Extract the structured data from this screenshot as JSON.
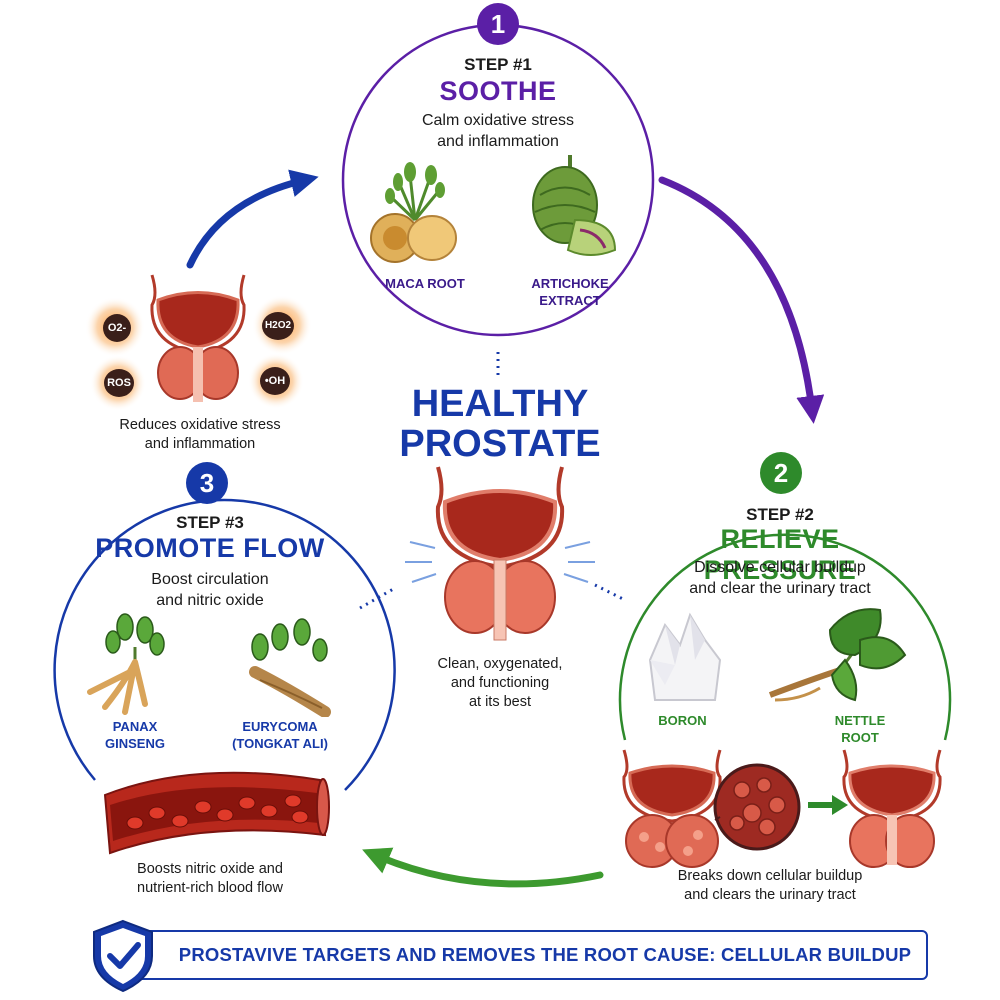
{
  "center": {
    "title_line1": "HEALTHY",
    "title_line2": "PROSTATE",
    "caption_line1": "Clean, oxygenated,",
    "caption_line2": "and functioning",
    "caption_line3": "at its best"
  },
  "steps": [
    {
      "number": "1",
      "label": "STEP #1",
      "title": "SOOTHE",
      "desc_line1": "Calm oxidative stress",
      "desc_line2": "and inflammation",
      "ingredients": [
        {
          "line1": "MACA ROOT",
          "line2": ""
        },
        {
          "line1": "ARTICHOKE",
          "line2": "EXTRACT"
        }
      ],
      "color": "#5b1fa6"
    },
    {
      "number": "2",
      "label": "STEP #2",
      "title": "RELIEVE PRESSURE",
      "desc_line1": "Dissolve cellular buildup",
      "desc_line2": "and clear the urinary tract",
      "ingredients": [
        {
          "line1": "BORON",
          "line2": ""
        },
        {
          "line1": "NETTLE",
          "line2": "ROOT"
        }
      ],
      "color": "#2e8a2b",
      "caption_line1": "Breaks down cellular buildup",
      "caption_line2": "and clears the urinary tract"
    },
    {
      "number": "3",
      "label": "STEP #3",
      "title": "PROMOTE FLOW",
      "desc_line1": "Boost circulation",
      "desc_line2": "and nitric oxide",
      "ingredients": [
        {
          "line1": "PANAX",
          "line2": "GINSENG"
        },
        {
          "line1": "EURYCOMA",
          "line2": "(TONGKAT ALI)"
        }
      ],
      "color": "#1639a8",
      "caption_line1": "Boosts nitric oxide and",
      "caption_line2": "nutrient-rich blood flow"
    }
  ],
  "oxidative": {
    "molecules": [
      "O2-",
      "H2O2",
      "ROS",
      "•OH"
    ],
    "caption_line1": "Reduces oxidative stress",
    "caption_line2": "and inflammation"
  },
  "banner": {
    "text": "PROSTAVIVE TARGETS AND REMOVES THE ROOT CAUSE: CELLULAR BUILDUP",
    "color": "#1639a8"
  },
  "colors": {
    "purple": "#5b1fa6",
    "green": "#2e8a2b",
    "blue": "#1639a8",
    "organ_red": "#c0392b"
  }
}
